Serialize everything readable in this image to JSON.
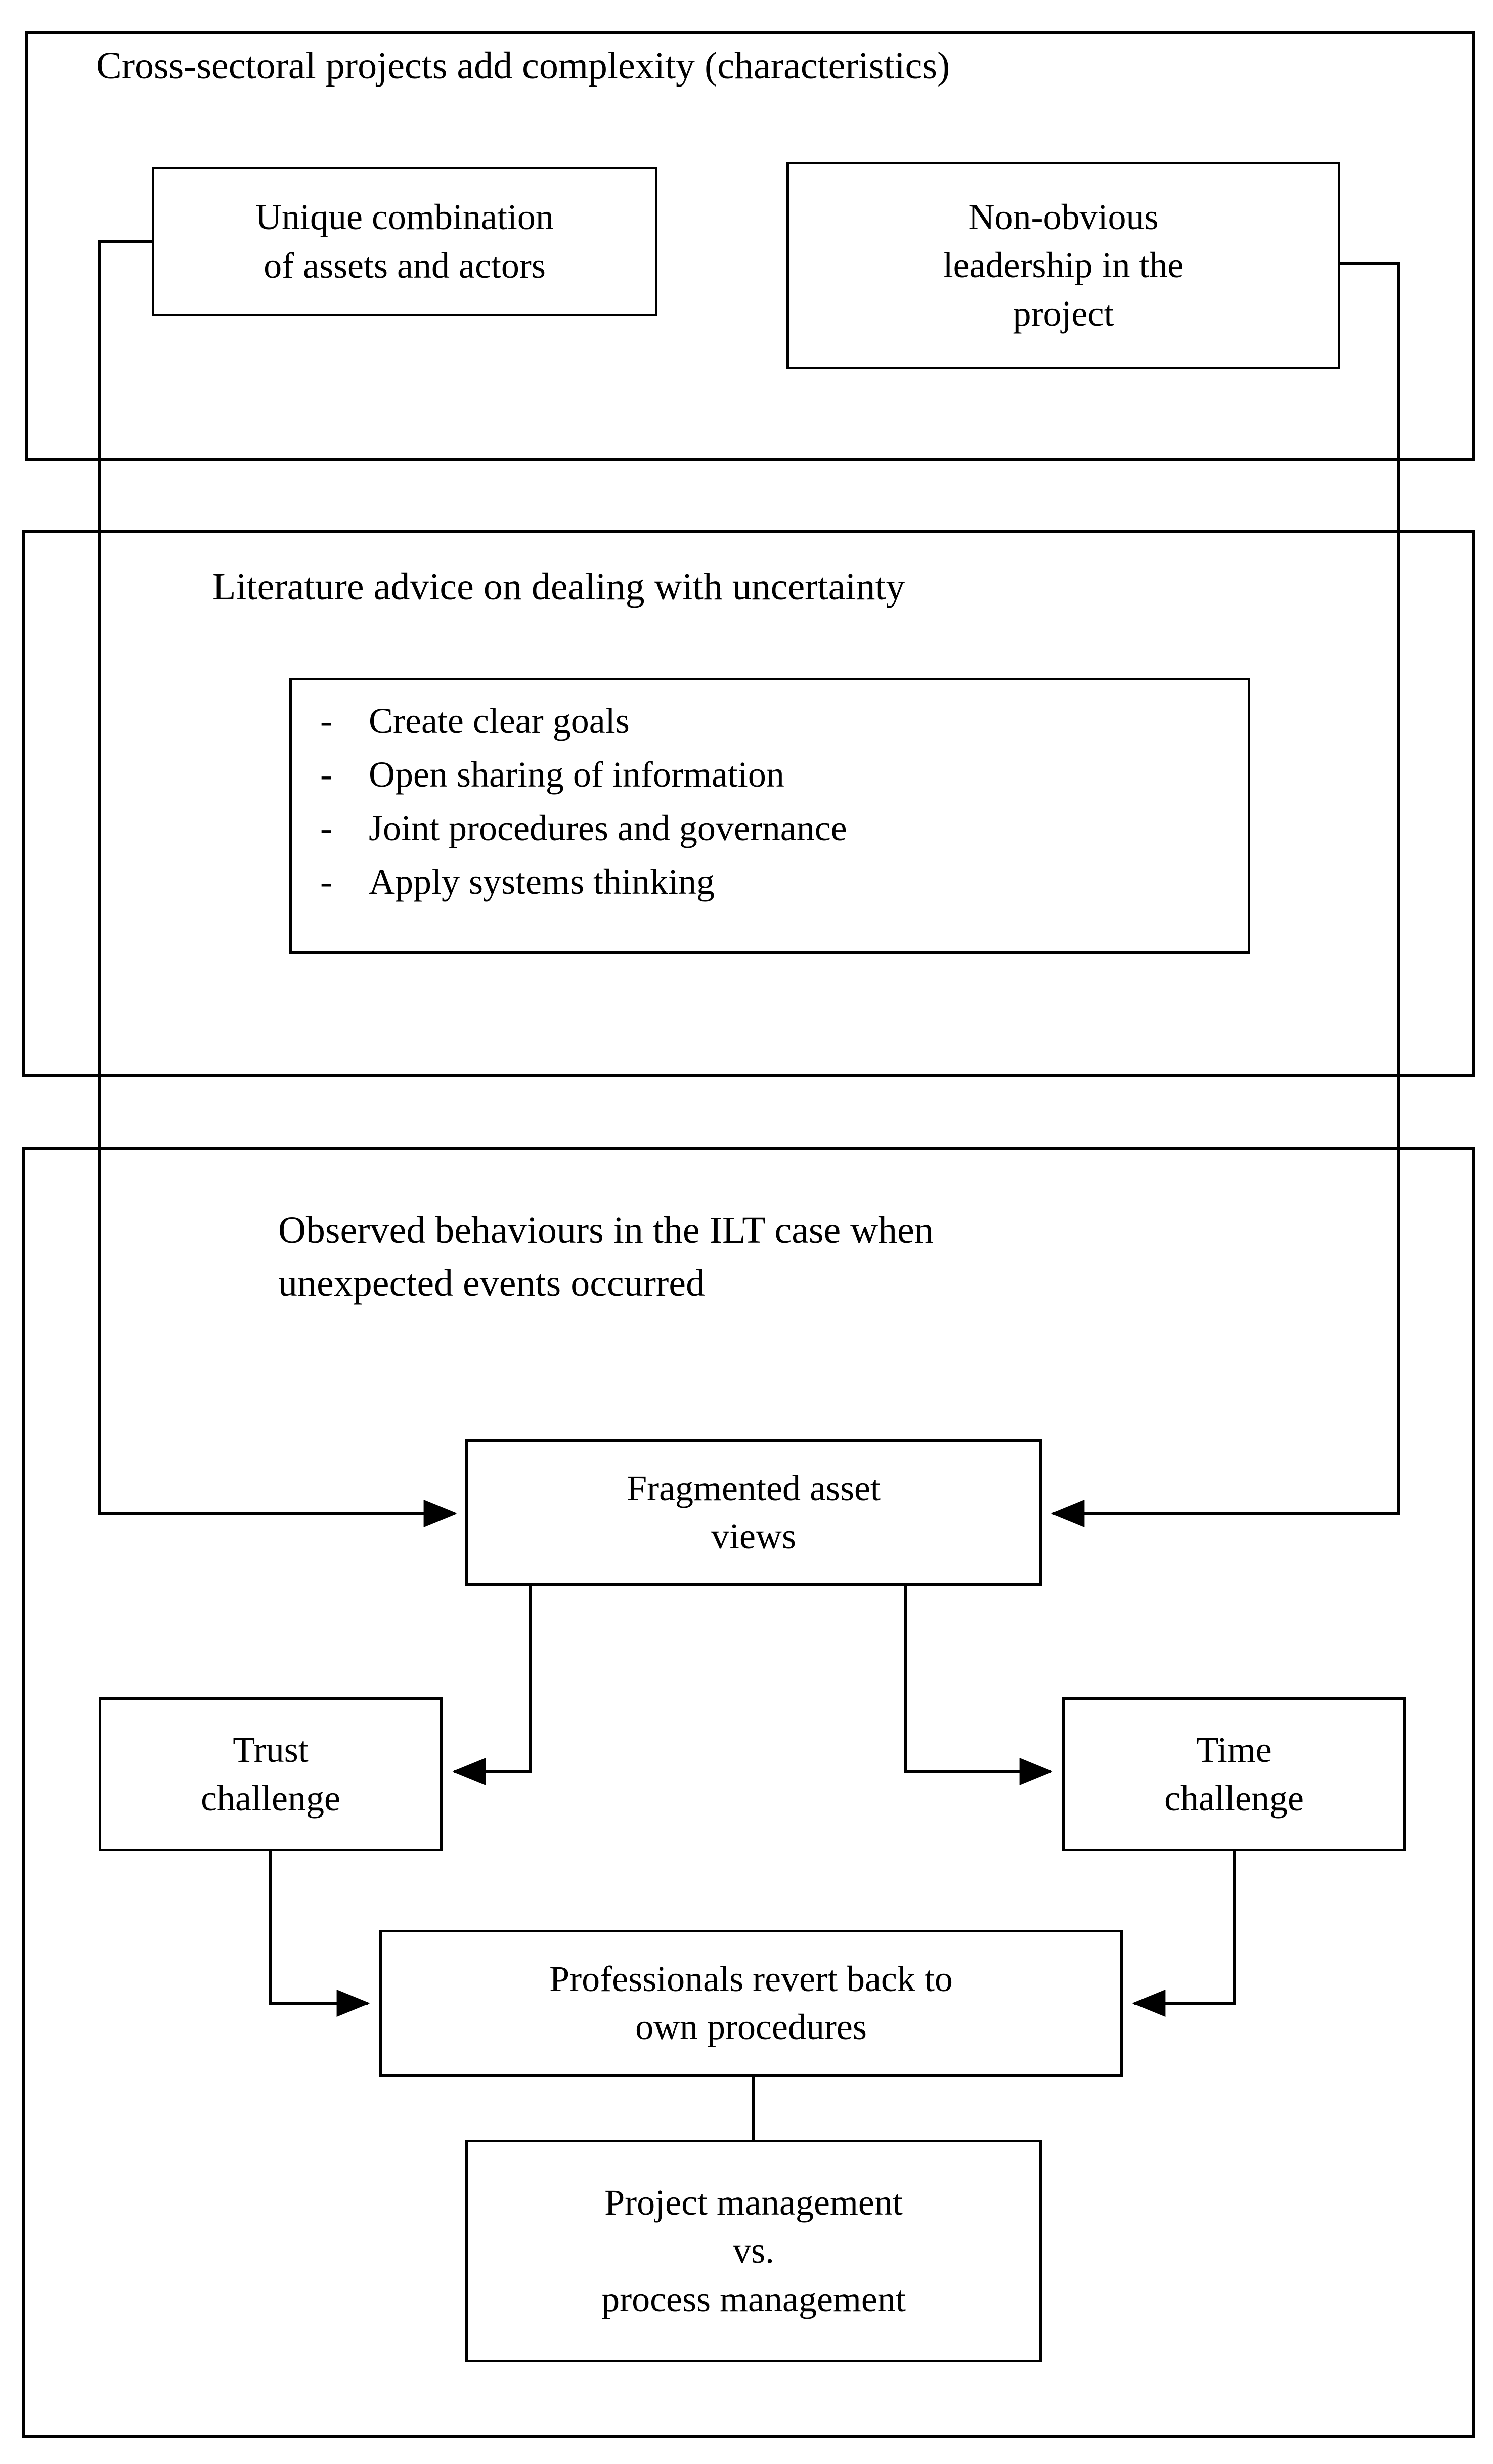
{
  "diagram": {
    "type": "flowchart",
    "background_color": "#ffffff",
    "line_color": "#000000",
    "sections": [
      {
        "id": "characteristics",
        "title": "Cross-sectoral projects add complexity (characteristics)",
        "boxes": [
          {
            "id": "unique-combination",
            "label": "Unique combination\nof assets and actors"
          },
          {
            "id": "non-obvious-leadership",
            "label": "Non-obvious\nleadership in the\nproject"
          }
        ]
      },
      {
        "id": "literature-advice",
        "title": "Literature advice on dealing with uncertainty",
        "bullet_marker": "-",
        "bullets": [
          "Create clear goals",
          "Open sharing of information",
          "Joint procedures and governance",
          "Apply systems thinking"
        ]
      },
      {
        "id": "observed-behaviours",
        "title": "Observed behaviours in the ILT case when\nunexpected events occurred",
        "boxes": [
          {
            "id": "fragmented-asset-views",
            "label": "Fragmented asset\nviews"
          },
          {
            "id": "trust-challenge",
            "label": "Trust\nchallenge"
          },
          {
            "id": "time-challenge",
            "label": "Time\nchallenge"
          },
          {
            "id": "professionals-revert",
            "label": "Professionals revert back to\nown procedures"
          },
          {
            "id": "project-vs-process",
            "label": "Project management\nvs.\nprocess management"
          }
        ]
      }
    ],
    "connections": [
      {
        "from": "unique-combination",
        "to": "fragmented-asset-views",
        "arrow": "single"
      },
      {
        "from": "non-obvious-leadership",
        "to": "fragmented-asset-views",
        "arrow": "single"
      },
      {
        "from": "fragmented-asset-views",
        "to": "trust-challenge",
        "arrow": "single"
      },
      {
        "from": "fragmented-asset-views",
        "to": "time-challenge",
        "arrow": "single"
      },
      {
        "from": "trust-challenge",
        "to": "professionals-revert",
        "arrow": "single"
      },
      {
        "from": "time-challenge",
        "to": "professionals-revert",
        "arrow": "single"
      },
      {
        "from": "professionals-revert",
        "to": "project-vs-process",
        "arrow": "none"
      }
    ]
  }
}
